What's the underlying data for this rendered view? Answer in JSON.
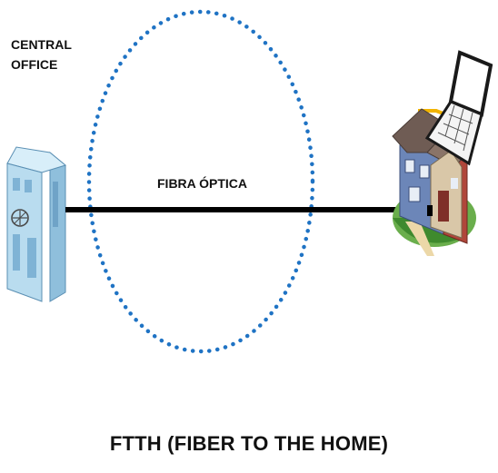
{
  "diagram": {
    "central_office": {
      "line1": "CENTRAL",
      "line2": "OFFICE"
    },
    "fiber_label": "FIBRA ÓPTICA",
    "caption": "FTTH (FIBER TO THE HOME)"
  },
  "colors": {
    "fiber_line": "#000000",
    "dotted_circle": "#1f73c4",
    "building": "#b9dcef",
    "house_roof": "#6f5c54",
    "house_wall": "#6c86b8",
    "lawn": "#5aa640",
    "laptop": "#1a1a1a",
    "cable": "#f2b400"
  }
}
